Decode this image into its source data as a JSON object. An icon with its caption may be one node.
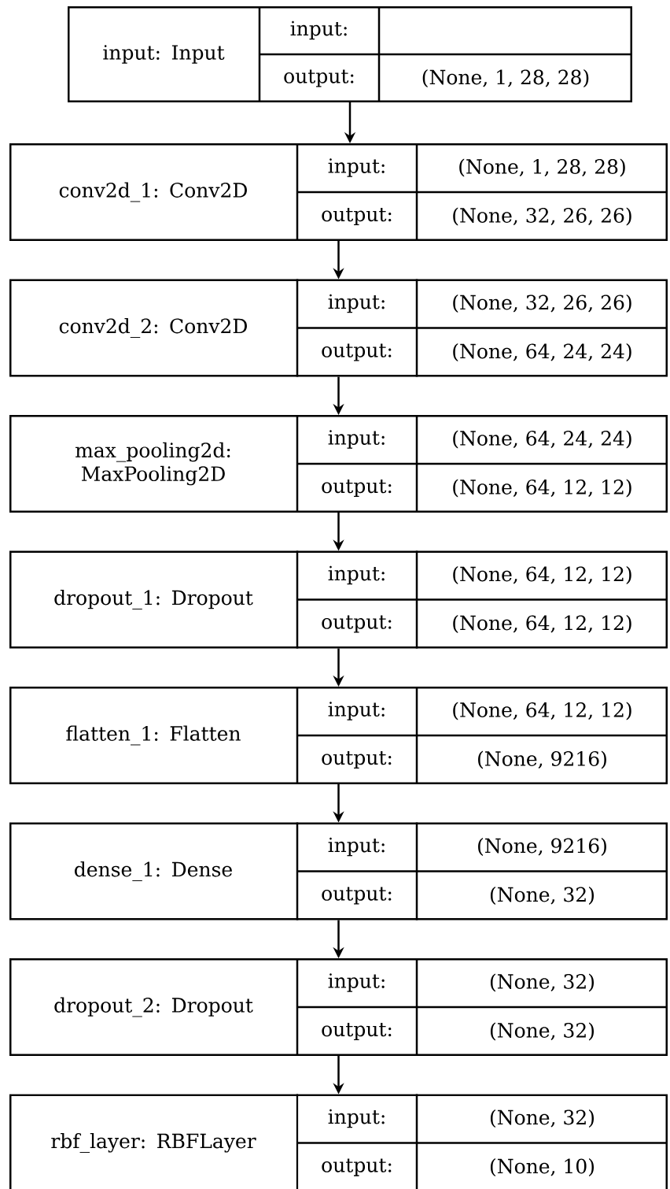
{
  "diagram": {
    "nodes": [
      {
        "text": [
          "input: Input",
          "input:",
          "output:",
          "(None, 1, 28, 28)"
        ]
      },
      {
        "text": [
          "conv2d_1: Conv2D",
          "input:",
          "(None, 1, 28, 28)",
          "output:",
          "(None, 32, 26, 26)"
        ]
      },
      {
        "text": [
          "conv2d_2: Conv2D",
          "input:",
          "(None, 32, 26, 26)",
          "output:",
          "(None, 64, 24, 24)"
        ]
      },
      {
        "text": [
          "max_pooling2d: MaxPooling2D",
          "input:",
          "(None, 64, 24, 24)",
          "output:",
          "(None, 64, 12, 12)"
        ]
      },
      {
        "text": [
          "dropout_1: Dropout",
          "input:",
          "(None, 64, 12, 12)",
          "output:",
          "(None, 64, 12, 12)"
        ]
      },
      {
        "text": [
          "flatten_1: Flatten",
          "input:",
          "(None, 64, 12, 12)",
          "output:",
          "(None, 9216)"
        ]
      },
      {
        "text": [
          "dense_1: Dense",
          "input:",
          "(None, 9216)",
          "output:",
          "(None, 32)"
        ]
      },
      {
        "text": [
          "dropout_2: Dropout",
          "input:",
          "(None, 32)",
          "output:",
          "(None, 32)"
        ]
      },
      {
        "text": [
          "rbf_layer: RBFLayer",
          "input:",
          "(None, 32)",
          "output:",
          "(None, 10)"
        ]
      }
    ],
    "edges": [
      {
        "from": 0,
        "to": 1,
        "arrow": "to"
      },
      {
        "from": 1,
        "to": 2,
        "arrow": "to"
      },
      {
        "from": 2,
        "to": 3,
        "arrow": "to"
      },
      {
        "from": 3,
        "to": 4,
        "arrow": "to"
      },
      {
        "from": 4,
        "to": 5,
        "arrow": "to"
      },
      {
        "from": 5,
        "to": 6,
        "arrow": "to"
      },
      {
        "from": 6,
        "to": 7,
        "arrow": "to"
      },
      {
        "from": 7,
        "to": 8,
        "arrow": "to"
      }
    ]
  }
}
